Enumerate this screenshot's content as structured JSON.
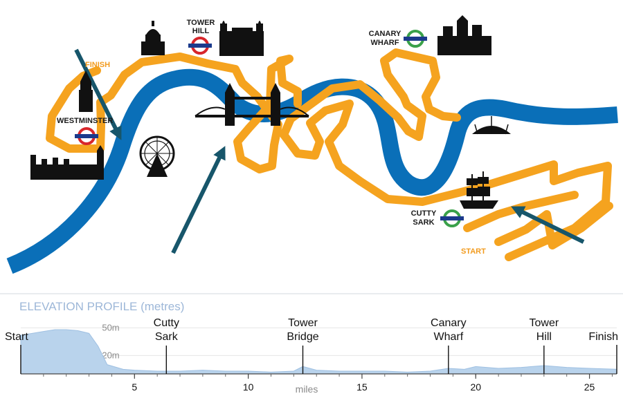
{
  "map": {
    "labels": {
      "finish": "FINISH",
      "start": "START",
      "westminster": "WESTMINSTER",
      "tower_hill_1": "TOWER",
      "tower_hill_2": "HILL",
      "canary_1": "CANARY",
      "canary_2": "WHARF",
      "cutty_1": "CUTTY",
      "cutty_2": "SARK"
    },
    "icons": [
      "st-pauls-cathedral-icon",
      "tower-of-london-icon",
      "canary-wharf-skyline-icon",
      "big-ben-icon",
      "houses-of-parliament-icon",
      "london-eye-icon",
      "tower-bridge-icon",
      "o2-arena-icon",
      "cutty-sark-ship-icon",
      "underground-roundel-icon"
    ],
    "colors": {
      "river": "#0a6fb8",
      "route": "#f5a31f",
      "arrow": "#17566b",
      "underground_red": "#d7262b",
      "underground_blue": "#1b3a8c",
      "overground_green": "#3aa14a"
    }
  },
  "profile": {
    "title": "ELEVATION PROFILE (metres)",
    "x_axis_label": "miles",
    "grid_labels": [
      "50m",
      "20m"
    ],
    "markers": [
      {
        "line1": "Start",
        "line2": ""
      },
      {
        "line1": "Cutty",
        "line2": "Sark"
      },
      {
        "line1": "Tower",
        "line2": "Bridge"
      },
      {
        "line1": "Canary",
        "line2": "Wharf"
      },
      {
        "line1": "Tower",
        "line2": "Hill"
      },
      {
        "line1": "Finish",
        "line2": ""
      }
    ],
    "ticks": [
      "5",
      "10",
      "15",
      "20",
      "25"
    ]
  },
  "chart_data": {
    "type": "area",
    "title": "ELEVATION PROFILE (metres)",
    "xlabel": "miles",
    "ylabel": "",
    "xlim": [
      0,
      26.2
    ],
    "ylim": [
      0,
      60
    ],
    "x": [
      0,
      0.5,
      1,
      1.5,
      2,
      2.5,
      3,
      3.4,
      3.8,
      4.5,
      5,
      6,
      7,
      8,
      9,
      10,
      11,
      12,
      12.4,
      13,
      14,
      15,
      16,
      17,
      18,
      18.8,
      19.5,
      20,
      21,
      22,
      23,
      24,
      25,
      26.2
    ],
    "series": [
      {
        "values": [
          42,
          44,
          46,
          48,
          48,
          47,
          44,
          30,
          10,
          5,
          4,
          3,
          3,
          4,
          3,
          3,
          2,
          3,
          8,
          4,
          3,
          3,
          3,
          2,
          3,
          6,
          5,
          8,
          6,
          7,
          9,
          7,
          6,
          5
        ]
      }
    ],
    "grid_y": [
      50,
      20
    ],
    "markers_x": [
      0,
      6.4,
      12.4,
      18.8,
      23.0,
      26.2
    ]
  }
}
